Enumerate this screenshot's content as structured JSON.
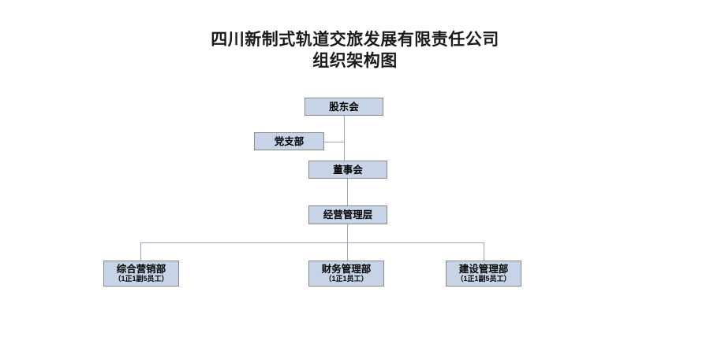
{
  "title": {
    "line1": "四川新制式轨道交旅发展有限责任公司",
    "line2": "组织架构图"
  },
  "colors": {
    "node_fill": "#c7d4e8",
    "node_border": "#8a8a8a",
    "connector": "#9aa7bd",
    "text": "#000000"
  },
  "nodes": {
    "shareholders": {
      "title": "股东会",
      "sub": ""
    },
    "party_branch": {
      "title": "党支部",
      "sub": ""
    },
    "board": {
      "title": "董事会",
      "sub": ""
    },
    "management": {
      "title": "经营管理层",
      "sub": ""
    },
    "marketing": {
      "title": "综合营销部",
      "sub": "（1正1副5员工）"
    },
    "finance": {
      "title": "财务管理部",
      "sub": "（1正1员工）"
    },
    "construction": {
      "title": "建设管理部",
      "sub": "（1正1副5员工）"
    }
  }
}
